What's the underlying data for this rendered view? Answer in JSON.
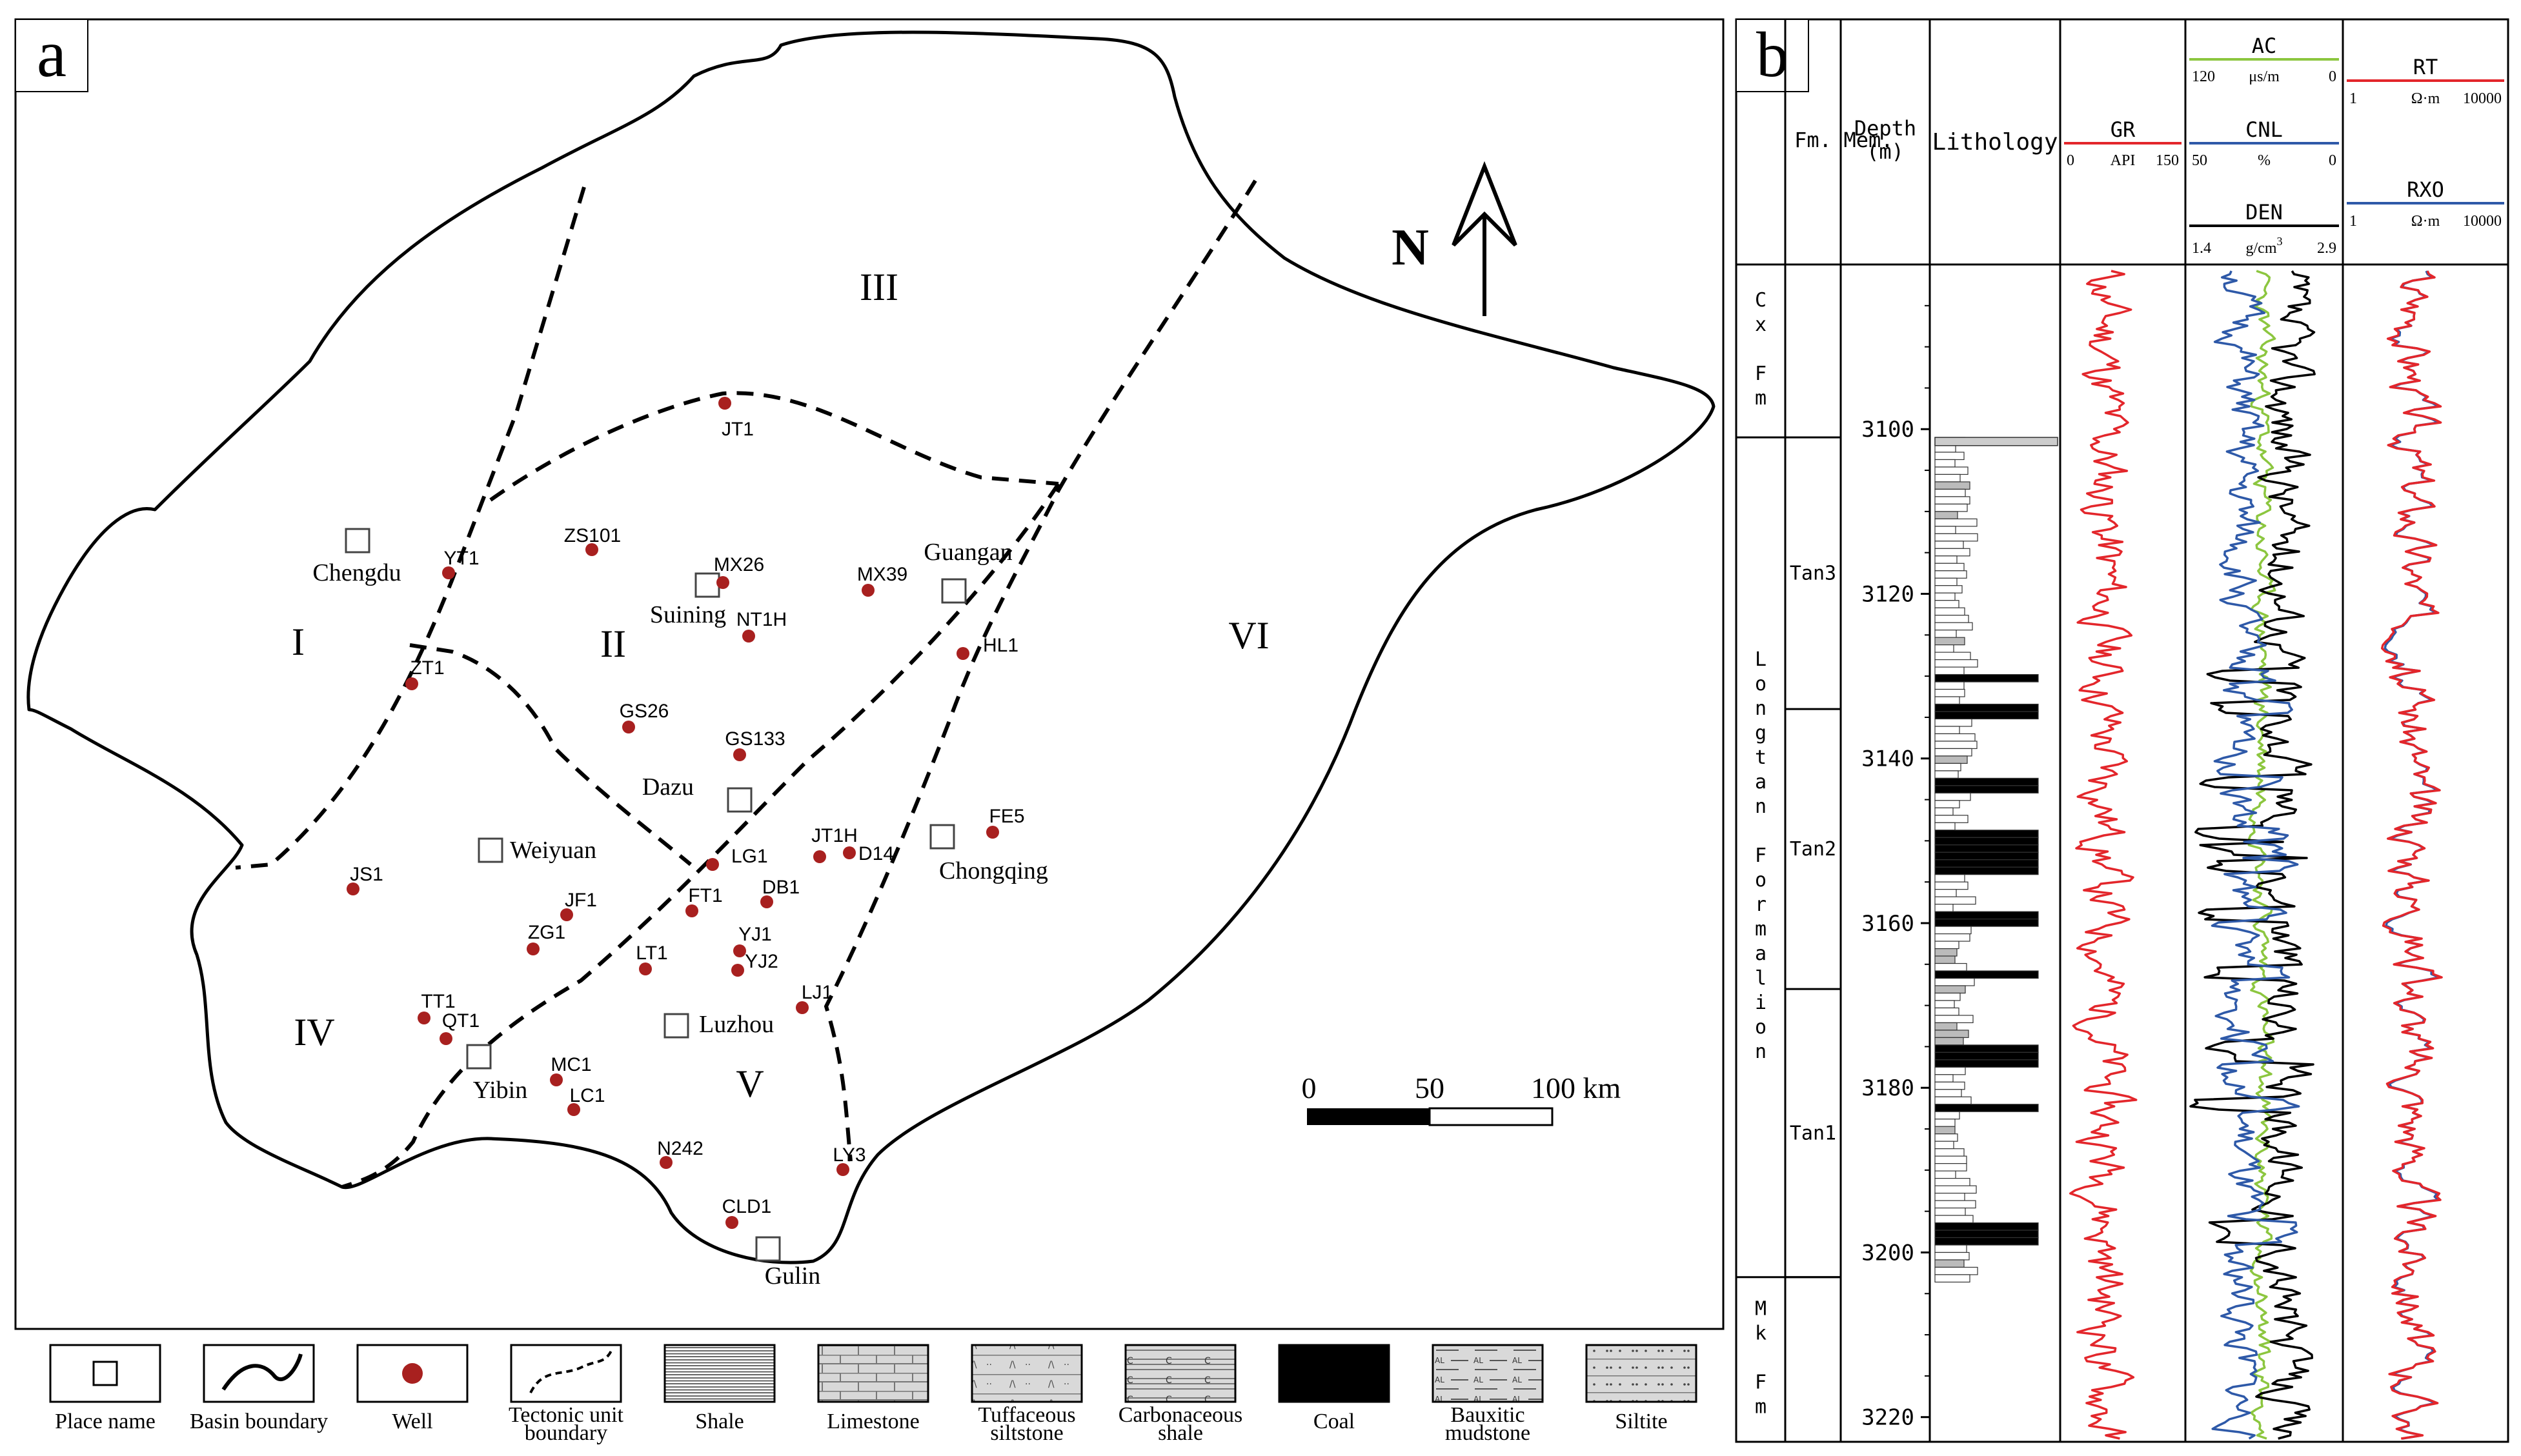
{
  "panel_a": {
    "panel_label": "a",
    "north_label": "N",
    "regions": [
      {
        "label": "I"
      },
      {
        "label": "II"
      },
      {
        "label": "III"
      },
      {
        "label": "IV"
      },
      {
        "label": "V"
      },
      {
        "label": "VI"
      }
    ],
    "places": [
      {
        "name": "Chengdu"
      },
      {
        "name": "Suining"
      },
      {
        "name": "Guangan"
      },
      {
        "name": "Dazu"
      },
      {
        "name": "Weiyuan"
      },
      {
        "name": "Chongqing"
      },
      {
        "name": "Luzhou"
      },
      {
        "name": "Yibin"
      },
      {
        "name": "Gulin"
      }
    ],
    "wells": [
      {
        "name": "JT1"
      },
      {
        "name": "ZS101"
      },
      {
        "name": "YT1"
      },
      {
        "name": "MX26"
      },
      {
        "name": "MX39"
      },
      {
        "name": "NT1H"
      },
      {
        "name": "HL1"
      },
      {
        "name": "ZT1"
      },
      {
        "name": "GS26"
      },
      {
        "name": "GS133"
      },
      {
        "name": "FE5"
      },
      {
        "name": "JT1H"
      },
      {
        "name": "D14"
      },
      {
        "name": "LG1"
      },
      {
        "name": "JS1"
      },
      {
        "name": "JF1"
      },
      {
        "name": "FT1"
      },
      {
        "name": "DB1"
      },
      {
        "name": "ZG1"
      },
      {
        "name": "YJ1"
      },
      {
        "name": "YJ2"
      },
      {
        "name": "LT1"
      },
      {
        "name": "LJ1"
      },
      {
        "name": "TT1"
      },
      {
        "name": "QT1"
      },
      {
        "name": "MC1"
      },
      {
        "name": "LC1"
      },
      {
        "name": "N242"
      },
      {
        "name": "LY3"
      },
      {
        "name": "CLD1"
      }
    ],
    "scale": {
      "ticks": [
        "0",
        "50",
        "100 km"
      ]
    },
    "colors": {
      "well": "#a8201f",
      "line": "#000000"
    }
  },
  "legend": {
    "items": [
      {
        "label": "Place name",
        "symbol": "square-icon"
      },
      {
        "label": "Basin boundary",
        "symbol": "curve-icon"
      },
      {
        "label": "Well",
        "symbol": "dot-icon"
      },
      {
        "label": "Tectonic unit boundary",
        "symbol": "dashed-curve-icon"
      },
      {
        "label": "Shale",
        "symbol": "shale-pattern"
      },
      {
        "label": "Limestone",
        "symbol": "limestone-pattern"
      },
      {
        "label": "Tuffaceous siltstone",
        "symbol": "tuff-pattern"
      },
      {
        "label": "Carbonaceous shale",
        "symbol": "carbonaceous-pattern"
      },
      {
        "label": "Coal",
        "symbol": "coal-pattern"
      },
      {
        "label": "Bauxitic mudstone",
        "symbol": "bauxite-pattern"
      },
      {
        "label": "Siltite",
        "symbol": "siltite-pattern"
      }
    ]
  },
  "panel_b": {
    "panel_label": "b",
    "headers": {
      "fm": "Fm.",
      "mem": "Mem.",
      "depth": "Depth\n(m)",
      "lithology": "Lithology"
    },
    "formations": [
      {
        "label": "C\nx\n\nF\nm"
      },
      {
        "label": "L\no\nn\ng\nt\na\nn\n\nF\no\nr\nm\na\nl\ni\no\nn"
      },
      {
        "label": "M\nk\n\nF\nm"
      }
    ],
    "members": [
      {
        "label": "Tan3"
      },
      {
        "label": "Tan2"
      },
      {
        "label": "Tan1"
      }
    ],
    "depth_ticks": [
      "3100",
      "3120",
      "3140",
      "3160",
      "3180",
      "3200",
      "3220"
    ],
    "curves": {
      "gr": {
        "name": "GR",
        "min": "0",
        "unit": "API",
        "max": "150",
        "color": "#e3262b"
      },
      "ac": {
        "name": "AC",
        "min": "120",
        "unit": "μs/m",
        "max": "0",
        "color": "#8cc63f"
      },
      "cnl": {
        "name": "CNL",
        "min": "50",
        "unit": "%",
        "max": "0",
        "color": "#2e59a8"
      },
      "den": {
        "name": "DEN",
        "min": "1.4",
        "unit": "g/cm",
        "unit_sup": "3",
        "max": "2.9",
        "color": "#000000"
      },
      "rt": {
        "name": "RT",
        "min": "1",
        "unit": "Ω·m",
        "max": "10000",
        "color": "#e3262b"
      },
      "rxo": {
        "name": "RXO",
        "min": "1",
        "unit": "Ω·m",
        "max": "10000",
        "color": "#2e59a8"
      }
    },
    "depth_range": [
      3080,
      3223
    ]
  }
}
